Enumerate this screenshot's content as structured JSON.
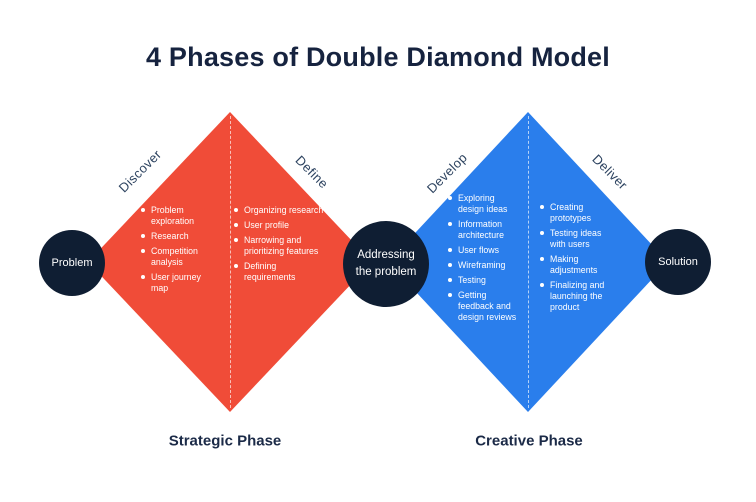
{
  "title": "4 Phases of Double Diamond Model",
  "colors": {
    "red_diamond": "#F04C38",
    "blue_diamond": "#2A7EEC",
    "node_navy": "#0F1E33",
    "title_text": "#16233F",
    "rotated_label_text": "#2C425F"
  },
  "diamonds": {
    "strategic": {
      "phase_label": "Strategic Phase",
      "left_half": {
        "label": "Discover",
        "items": [
          "Problem exploration",
          "Research",
          "Competition analysis",
          "User journey map"
        ]
      },
      "right_half": {
        "label": "Define",
        "items": [
          "Organizing research",
          "User profile",
          "Narrowing and prioritizing features",
          "Defining requirements"
        ]
      }
    },
    "creative": {
      "phase_label": "Creative Phase",
      "left_half": {
        "label": "Develop",
        "items": [
          "Exploring design ideas",
          "Information architecture",
          "User flows",
          "Wireframing",
          "Testing",
          "Getting feedback and design reviews"
        ]
      },
      "right_half": {
        "label": "Deliver",
        "items": [
          "Creating prototypes",
          "Testing ideas with users",
          "Making adjustments",
          "Finalizing and launching the product"
        ]
      }
    }
  },
  "nodes": {
    "problem": "Problem",
    "addressing": "Addressing the problem",
    "solution": "Solution"
  }
}
